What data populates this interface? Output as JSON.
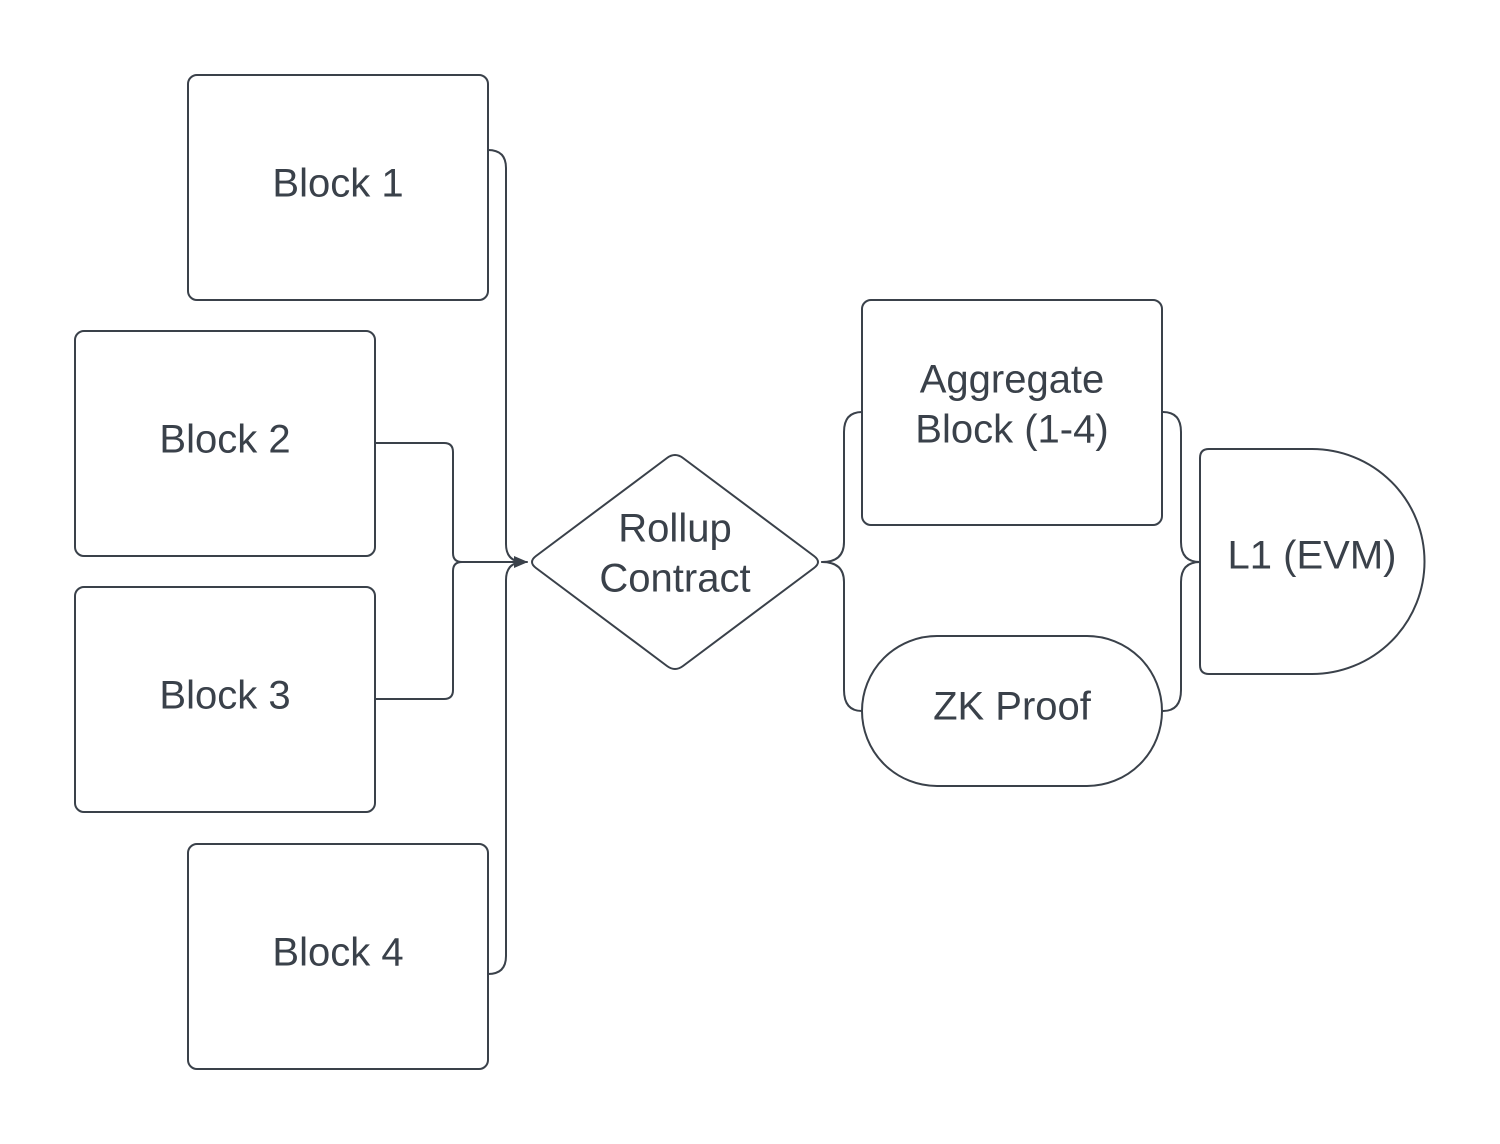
{
  "colors": {
    "stroke": "#3a414a",
    "text": "#3a414a",
    "background": "#ffffff"
  },
  "nodes": {
    "block1": {
      "label": "Block 1"
    },
    "block2": {
      "label": "Block 2"
    },
    "block3": {
      "label": "Block 3"
    },
    "block4": {
      "label": "Block 4"
    },
    "rollup": {
      "line1": "Rollup",
      "line2": "Contract"
    },
    "aggregate": {
      "line1": "Aggregate",
      "line2": "Block (1-4)"
    },
    "zk_proof": {
      "label": "ZK Proof"
    },
    "l1": {
      "label": "L1 (EVM)"
    }
  },
  "edges": [
    {
      "from": "Block 1",
      "to": "Rollup Contract"
    },
    {
      "from": "Block 2",
      "to": "Rollup Contract"
    },
    {
      "from": "Block 3",
      "to": "Rollup Contract"
    },
    {
      "from": "Block 4",
      "to": "Rollup Contract"
    },
    {
      "from": "Rollup Contract",
      "to": "Aggregate Block (1-4)"
    },
    {
      "from": "Rollup Contract",
      "to": "ZK Proof"
    },
    {
      "from": "Aggregate Block (1-4)",
      "to": "L1 (EVM)"
    },
    {
      "from": "ZK Proof",
      "to": "L1 (EVM)"
    }
  ]
}
